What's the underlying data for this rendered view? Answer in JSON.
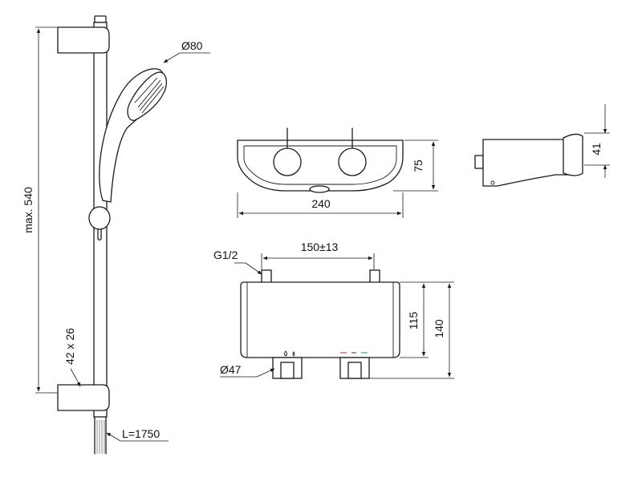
{
  "labels": {
    "rail_height": "max. 540",
    "bracket_size": "42 x 26",
    "hose_length": "L=1750",
    "handshower_diameter": "Ø80",
    "top_width": "240",
    "top_depth": "75",
    "side_height": "41",
    "inlet_thread": "G1/2",
    "inlet_spacing": "150±13",
    "body_height": "115",
    "total_height": "140",
    "outlet_diameter": "Ø47"
  },
  "colors": {
    "line": "#1a1a1a",
    "background": "#ffffff",
    "hot_mark": "#e0707a",
    "cold_mark": "#6ab0d8"
  }
}
